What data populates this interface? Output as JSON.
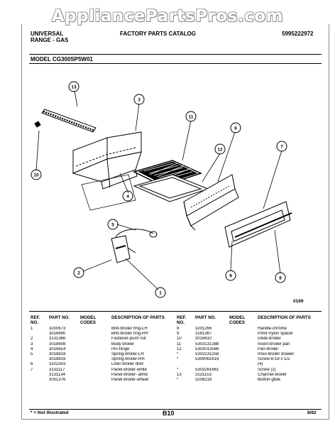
{
  "watermark": "AppliancePartsPros.com",
  "header": {
    "brand_line1": "UNIVERSAL",
    "brand_line2": "RANGE - GAS",
    "catalog_title": "FACTORY PARTS CATALOG",
    "catalog_number": "5995222972",
    "model_label": "MODEL CG300SP5W01"
  },
  "diagram": {
    "callouts": [
      "13",
      "3",
      "11",
      "6",
      "12",
      "7",
      "10",
      "4",
      "5",
      "2",
      "1",
      "9",
      "8"
    ],
    "figure_code": "0169"
  },
  "table": {
    "headers": {
      "ref": "REF. NO.",
      "part": "PART NO.",
      "model": "MODEL CODES",
      "desc": "DESCRIPTION OF PARTS"
    },
    "left_rows": [
      {
        "ref": "1",
        "part": "3200673",
        "model": "",
        "desc": "Brkt-broiler hng-LH"
      },
      {
        "ref": "",
        "part": "3016690",
        "model": "",
        "desc": "Brkt-broiler hng-RH"
      },
      {
        "ref": "2",
        "part": "3131366",
        "model": "",
        "desc": "Fastener-push nut"
      },
      {
        "ref": "3",
        "part": "3018608",
        "model": "",
        "desc": "Body broiler"
      },
      {
        "ref": "4",
        "part": "3016814",
        "model": "",
        "desc": "Pin-hinge"
      },
      {
        "ref": "5",
        "part": "3018818",
        "model": "",
        "desc": "Spring-broiler-LH"
      },
      {
        "ref": "",
        "part": "3018819",
        "model": "",
        "desc": "Spring-broiler-RH"
      },
      {
        "ref": "6",
        "part": "3202303",
        "model": "",
        "desc": "Liner-broiler drwr"
      },
      {
        "ref": "7",
        "part": "3131117",
        "model": "",
        "desc": "Panel-broiler-white"
      },
      {
        "ref": "",
        "part": "3131134",
        "model": "",
        "desc": "Panel-broiler- almd"
      },
      {
        "ref": "",
        "part": "3051376",
        "model": "",
        "desc": "Panel-broiler-wheat"
      }
    ],
    "right_rows": [
      {
        "ref": "8",
        "part": "3201266",
        "model": "",
        "desc": "Handle-chrome"
      },
      {
        "ref": "9",
        "part": "3181387",
        "model": "",
        "desc": "Pstnr-nylon spacer"
      },
      {
        "ref": "10",
        "part": "3018610",
        "model": "",
        "desc": "Glide-broiler"
      },
      {
        "ref": "11",
        "part": "5303131388",
        "model": "",
        "desc": "Insert-broiler pan"
      },
      {
        "ref": "12",
        "part": "5303013568",
        "model": "",
        "desc": "Pan-broiler"
      },
      {
        "ref": "*",
        "part": "5303131258",
        "model": "",
        "desc": "Insul-broiler drawer"
      },
      {
        "ref": "*",
        "part": "5309061619",
        "model": "",
        "desc": "Screw-8-18 x 1/2"
      },
      {
        "ref": "",
        "part": "",
        "model": "",
        "desc": "(4)"
      },
      {
        "ref": "*",
        "part": "5303281661",
        "model": "",
        "desc": "Screw (2)"
      },
      {
        "ref": "13",
        "part": "3131153",
        "model": "",
        "desc": "Channel-broiler"
      },
      {
        "ref": "*",
        "part": "3208218",
        "model": "",
        "desc": "Button-glide"
      }
    ]
  },
  "footer": {
    "note": "* = Not Illustrated",
    "page": "B10",
    "date": "8/82"
  }
}
